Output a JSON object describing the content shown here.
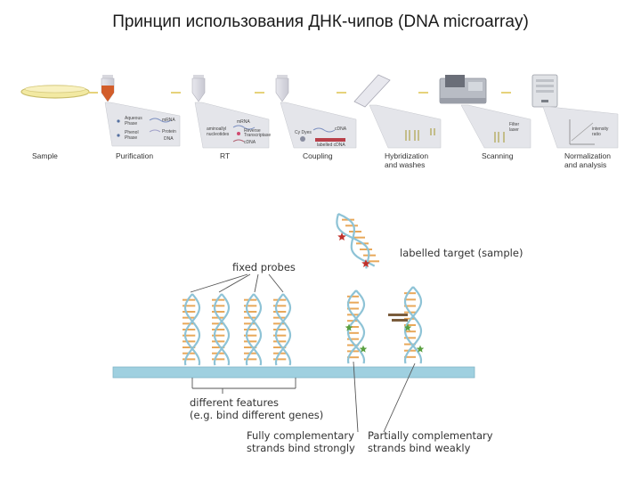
{
  "title": "Принцип использования ДНК-чипов (DNA microarray)",
  "workflow": {
    "steps": [
      "Sample",
      "Purification",
      "RT",
      "Coupling",
      "Hybridization",
      "and washes",
      "Scanning",
      "Normalization",
      "and analysis"
    ],
    "purification_labels": [
      "Aqueous",
      "Phase",
      "Phenol",
      "Phase",
      "mRNA",
      "Protein",
      "DNA"
    ],
    "rt_labels": [
      "aminoallyl",
      "nucleotides",
      "mRNA",
      "Reverse",
      "Transcriptase",
      "cDNA"
    ],
    "coupling_labels": [
      "Cy Dyes",
      "cDNA",
      "labelled cDNA"
    ],
    "scanning_labels": [
      "Filter",
      "laser"
    ],
    "analysis_labels": [
      "intensity",
      "ratio"
    ]
  },
  "diagram": {
    "fixed_probes": "fixed probes",
    "labelled_target": "labelled target (sample)",
    "different_features_1": "different features",
    "different_features_2": "(e.g. bind different genes)",
    "fully_1": "Fully complementary",
    "fully_2": "strands bind strongly",
    "partially_1": "Partially complementary",
    "partially_2": "strands bind weakly"
  },
  "colors": {
    "strand": "#8ec3d6",
    "rung": "#e8a85a",
    "slide": "#9fd0e0",
    "star_red": "#c0302a",
    "star_green": "#5aa040"
  }
}
